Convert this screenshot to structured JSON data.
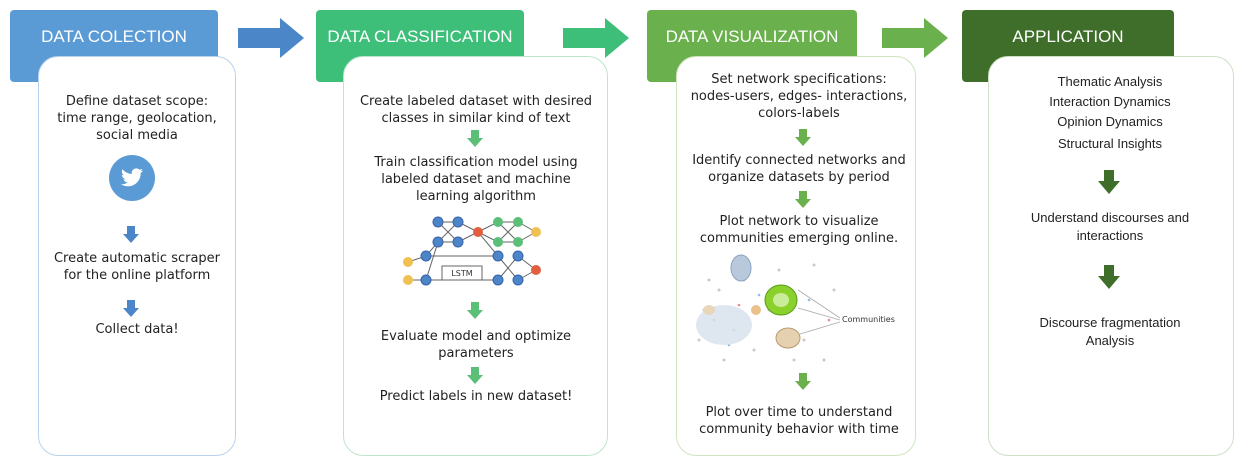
{
  "stages": [
    {
      "title": "DATA COLECTION",
      "color": "#5b9bd5",
      "steps": [
        "Define dataset scope: time range, geolocation, social media",
        "Create automatic scraper for the online platform",
        "Collect data!"
      ],
      "icon": "twitter-bird-icon"
    },
    {
      "title": "DATA CLASSIFICATION",
      "color": "#3dbf7a",
      "steps": [
        "Create labeled dataset with desired classes in similar kind of text",
        "Train classification model using labeled dataset and machine learning algorithm",
        "Evaluate model and optimize parameters",
        "Predict labels in new dataset!"
      ],
      "network_label": "LSTM"
    },
    {
      "title": "DATA VISUALIZATION",
      "color": "#6ab04c",
      "steps": [
        "Set network specifications: nodes-users, edges- interactions, colors-labels",
        "Identify connected networks and organize datasets by period",
        "Plot network to visualize communities emerging online.",
        "Plot over time to understand community behavior with time"
      ],
      "graph_label": "Communities"
    },
    {
      "title": "APPLICATION",
      "color": "#3e6e2a",
      "items": [
        "Thematic Analysis",
        "Interaction Dynamics",
        "Opinion Dynamics",
        "Structural Insights"
      ],
      "steps": [
        "Understand discourses and interactions",
        "Discourse fragmentation Analysis"
      ]
    }
  ]
}
